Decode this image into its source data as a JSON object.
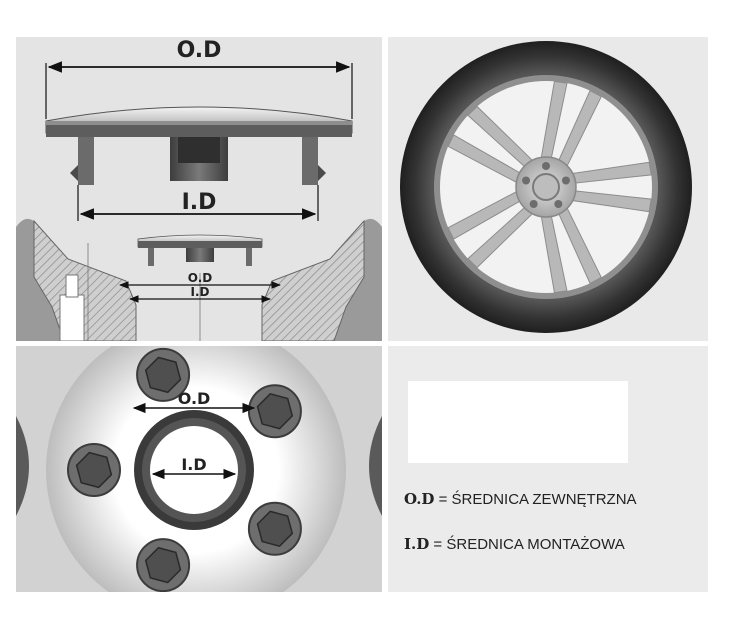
{
  "labels": {
    "od": "O.D",
    "id": "I.D"
  },
  "legend": [
    {
      "key": "O.D",
      "sep": "=",
      "text": "ŚREDNICA ZEWNĘTRZNA"
    },
    {
      "key": "I.D",
      "sep": "=",
      "text": "ŚREDNICA MONTAŻOWA"
    }
  ],
  "colors": {
    "panel_bg": "#e4e4e4",
    "cap_dark": "#555555",
    "tire": "#2e2e2e",
    "rim": "#bdbdbd",
    "arrow": "#111111"
  },
  "icons": [
    "hub-cap-profile",
    "wheel",
    "lug-nut",
    "center-bore-ring"
  ]
}
